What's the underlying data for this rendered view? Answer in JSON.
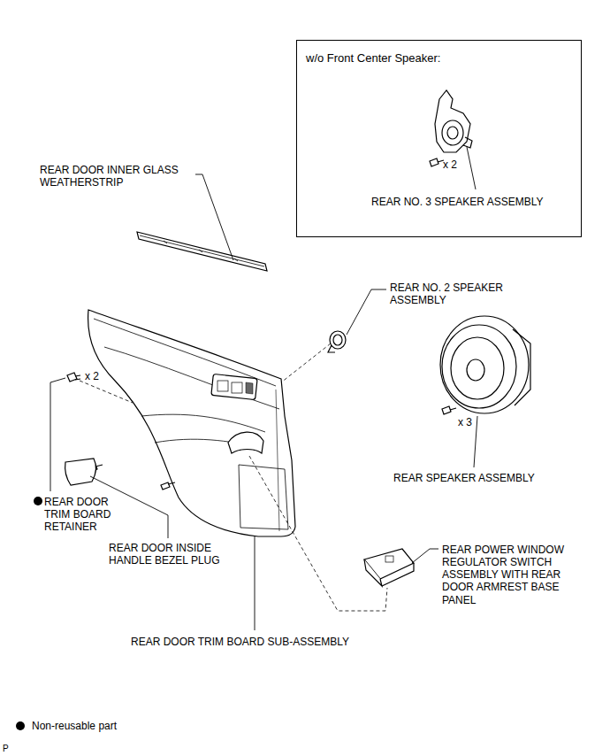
{
  "diagram": {
    "nodes": [
      {
        "text": [
          "w/o Front Center Speaker:",
          "x 2",
          "REAR NO. 3 SPEAKER ASSEMBLY"
        ]
      }
    ],
    "edges": [],
    "labels": [
      "REAR DOOR INNER GLASS WEATHERSTRIP",
      "REAR NO. 2 SPEAKER ASSEMBLY",
      "x 2",
      "x 3",
      "REAR SPEAKER ASSEMBLY",
      "REAR DOOR TRIM BOARD RETAINER",
      "REAR DOOR INSIDE HANDLE BEZEL PLUG",
      "REAR POWER WINDOW REGULATOR SWITCH ASSEMBLY WITH REAR DOOR ARMREST BASE PANEL",
      "REAR DOOR TRIM BOARD SUB-ASSEMBLY",
      "P"
    ],
    "legend": [
      {
        "text": "Non-reusable part"
      }
    ]
  }
}
